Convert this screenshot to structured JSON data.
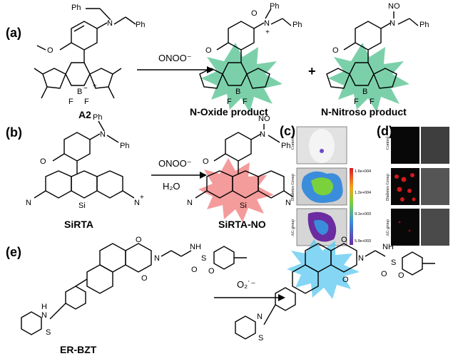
{
  "panels": {
    "a": {
      "label": "(a)",
      "reactant": "A2",
      "reagent": "ONOO⁻",
      "plus": "+",
      "product1": "N-Oxide product",
      "product2": "N-Nitroso product",
      "glow_color": "#4fc08d"
    },
    "b": {
      "label": "(b)",
      "reactant": "SiRTA",
      "reagent": "ONOO⁻",
      "solvent": "H₂O",
      "product": "SiRTA-NO",
      "glow_color": "#f07070"
    },
    "c": {
      "label": "(c)",
      "rows": [
        "Control",
        "Diabetes Group",
        "AG group"
      ],
      "scale": [
        "1.6e+004",
        "1.2e+004",
        "9.1e+003",
        "5.9e+003"
      ]
    },
    "d": {
      "label": "(d)",
      "rows": [
        "Control",
        "Diabetes Group",
        "AG group"
      ]
    },
    "e": {
      "label": "(e)",
      "reactant": "ER-BZT",
      "reagent": "O₂˙⁻",
      "glow_color": "#5bc8f0"
    }
  },
  "atoms": {
    "Ph": "Ph",
    "N": "N",
    "O": "O",
    "NO": "NO",
    "B": "B",
    "F": "F",
    "Si": "Si",
    "S": "S",
    "H": "H",
    "NH": "NH",
    "plus": "+",
    "minus": "−"
  }
}
